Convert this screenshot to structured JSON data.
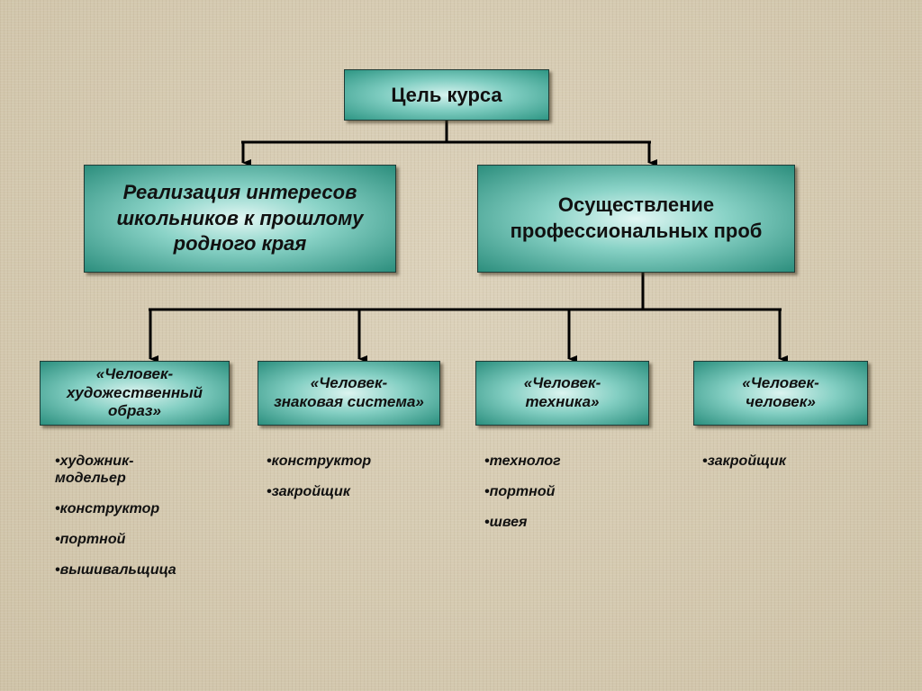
{
  "diagram": {
    "top": {
      "label": "Цель курса"
    },
    "middle": {
      "left": {
        "line1": "Реализация интересов",
        "line2": "школьников к прошлому",
        "line3": "родного края"
      },
      "right": {
        "line1": "Осуществление",
        "line2": "профессиональных проб"
      }
    },
    "categories": [
      {
        "line1": "«Человек-",
        "line2": "художественный",
        "line3": "образ»",
        "items": [
          "•художник-\nмодельер",
          "•конструктор",
          "•портной",
          "•вышивальщица"
        ]
      },
      {
        "line1": "«Человек-",
        "line2": "знаковая система»",
        "items": [
          "•конструктор",
          "•закройщик"
        ]
      },
      {
        "line1": "«Человек-",
        "line2": "техника»",
        "items": [
          "•технолог",
          "•портной",
          "•швея"
        ]
      },
      {
        "line1": "«Человек-",
        "line2": "человек»",
        "items": [
          "•закройщик"
        ]
      }
    ]
  },
  "colors": {
    "box_fill": "#2e9684",
    "box_highlight": "#d6f3ef",
    "connector": "#000000",
    "background": "#d4c9b0"
  }
}
